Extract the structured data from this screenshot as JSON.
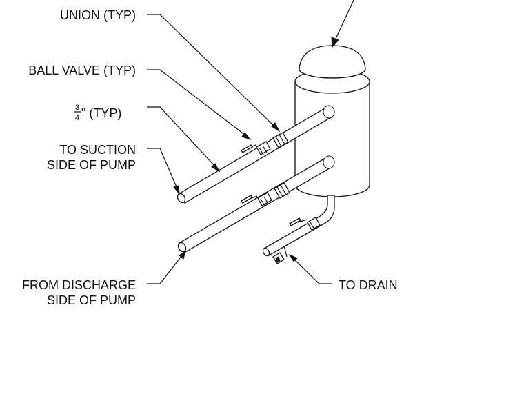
{
  "labels": {
    "union": "UNION (TYP)",
    "ball_valve": "BALL VALVE (TYP)",
    "pipe_size_num": "3",
    "pipe_size_den": "4",
    "pipe_size_suffix": "\" (TYP)",
    "suction_line1": "TO SUCTION",
    "suction_line2": "SIDE OF PUMP",
    "discharge_line1": "FROM DISCHARGE",
    "discharge_line2": "SIDE OF PUMP",
    "drain": "TO DRAIN"
  }
}
